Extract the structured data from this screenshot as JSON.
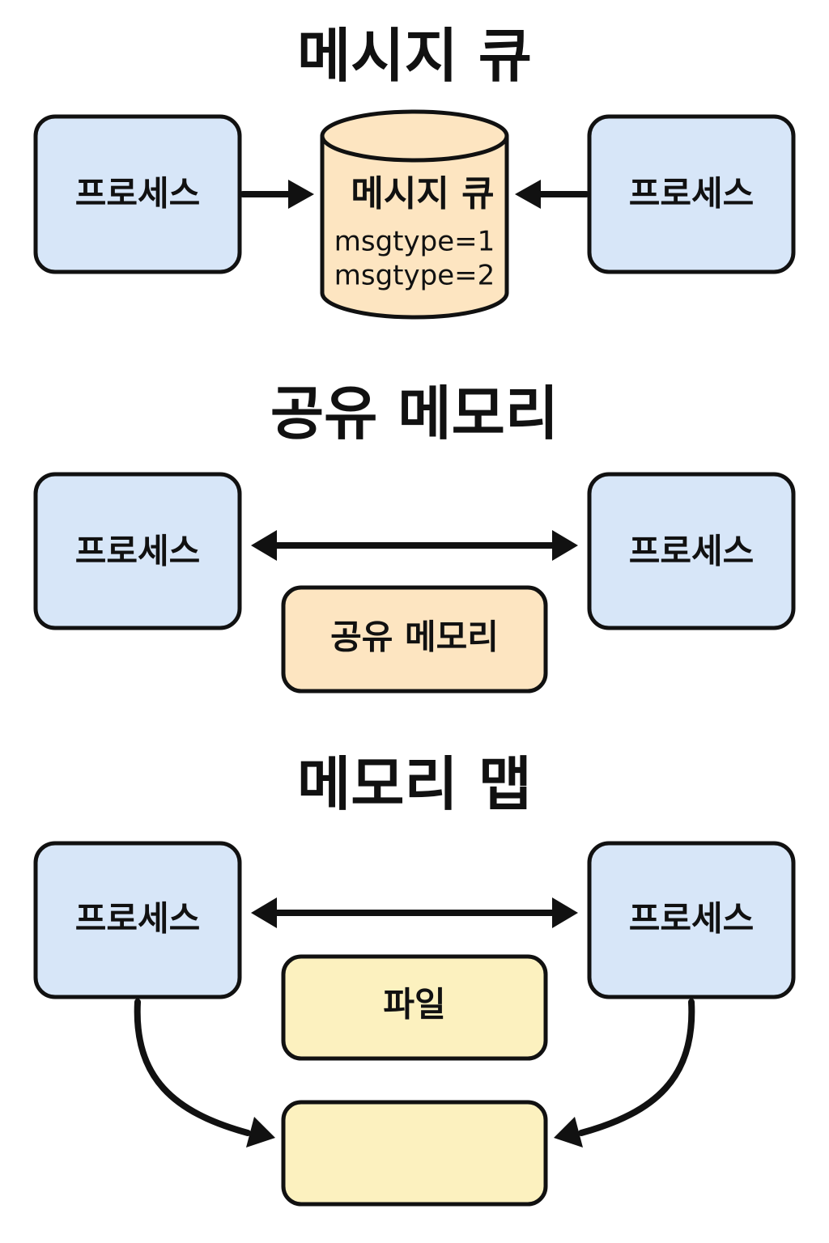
{
  "sections": {
    "message_queue": {
      "title": "메시지 큐",
      "left_process": "프로세스",
      "right_process": "프로세스",
      "queue": {
        "label": "메시지 큐",
        "items": [
          "msgtype=1",
          "msgtype=2"
        ]
      }
    },
    "shared_memory": {
      "title": "공유 메모리",
      "left_process": "프로세스",
      "right_process": "프로세스",
      "memory_label": "공유 메모리"
    },
    "memory_map": {
      "title": "메모리 맵",
      "left_process": "프로세스",
      "right_process": "프로세스",
      "file_label": "파일",
      "mapped_region_label": ""
    }
  },
  "colors": {
    "process_fill": "#d7e6f8",
    "queue_fill": "#fde5c1",
    "shared_memory_fill": "#fde5c1",
    "file_fill": "#fcf1bf",
    "stroke": "#111111"
  }
}
